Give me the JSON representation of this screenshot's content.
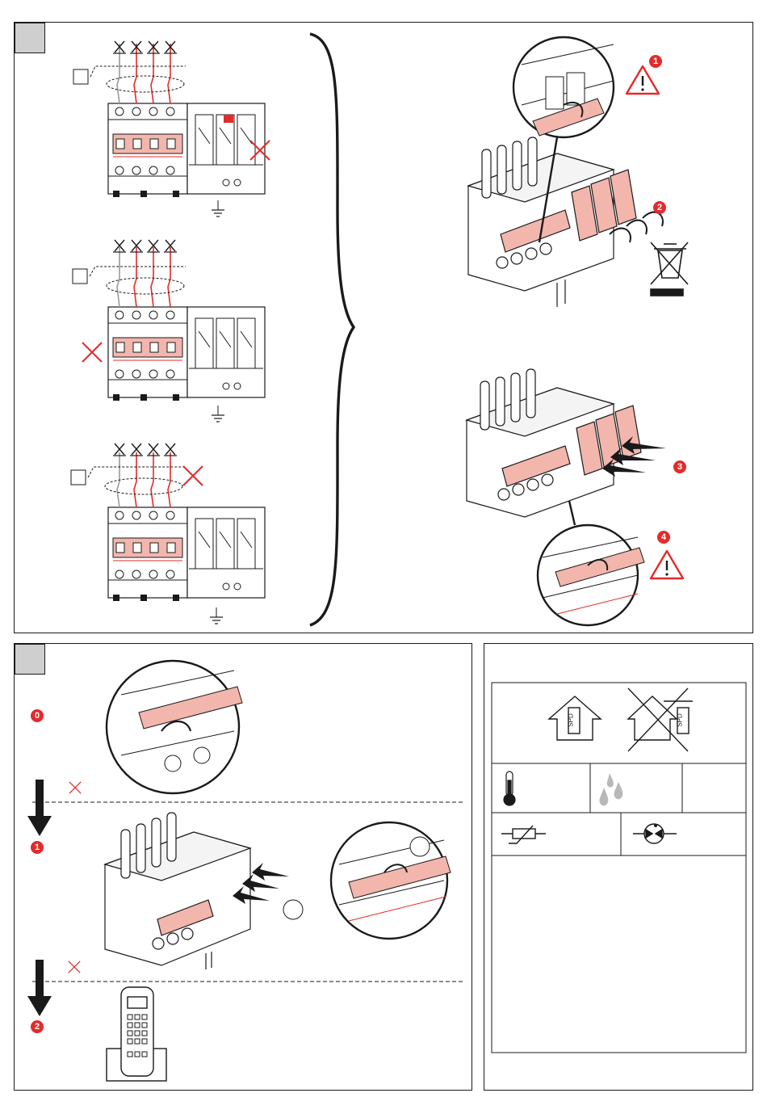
{
  "markers": {
    "replace_step1": "1",
    "replace_step2": "2",
    "replace_step3": "3",
    "replace_step4": "4",
    "test_step0": "0",
    "test_step1": "1",
    "test_step2": "2"
  },
  "install_conditions": {
    "indoor_label": "SPD",
    "outdoor_label": "SPD"
  },
  "colors": {
    "accent_red": "#e32b2b",
    "pale_red": "#f2b6ad",
    "step_box_grey": "#cfcfcf"
  },
  "icons": [
    "warning-icon",
    "no-bin-icon",
    "thermometer-icon",
    "droplets-icon",
    "varistor-icon",
    "spark-gap-icon",
    "house-icon",
    "phone-icon"
  ]
}
